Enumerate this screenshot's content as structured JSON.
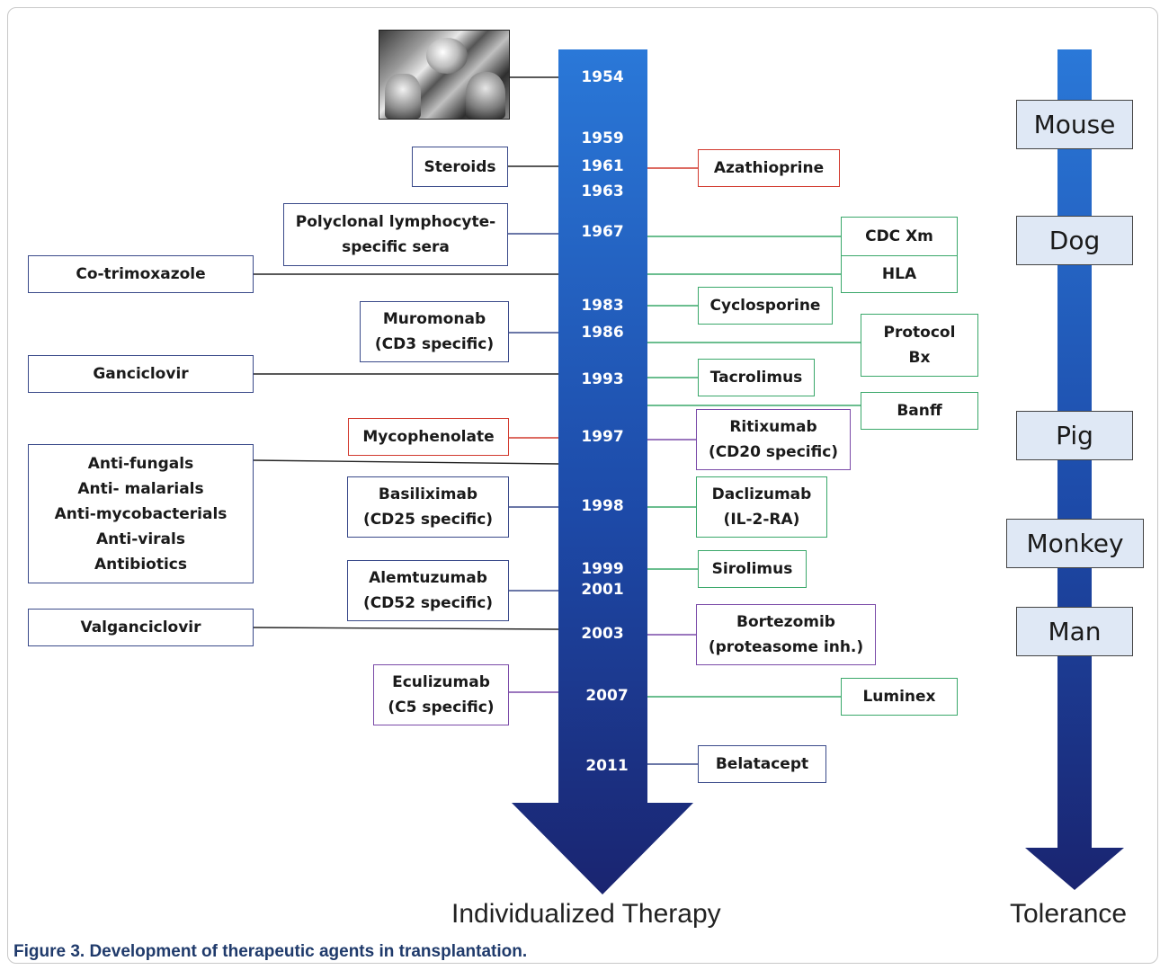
{
  "colors": {
    "agent_border": "#3a4a8a",
    "red_border": "#d23a2e",
    "green_border": "#3aa86a",
    "purple_border": "#7a4aa8",
    "arrow_top": "#2a78d8",
    "arrow_bottom": "#1a2470"
  },
  "timeline": {
    "years": [
      "1954",
      "1959",
      "1961",
      "1963",
      "1967",
      "1983",
      "1986",
      "1993",
      "1997",
      "1998",
      "1999",
      "2001",
      "2003",
      "2007",
      "2011"
    ],
    "label": "Individualized Therapy"
  },
  "left_boxes": [
    {
      "text": "Steroids",
      "color": "agent"
    },
    {
      "text": "Polyclonal lymphocyte-\nspecific sera",
      "color": "agent"
    },
    {
      "text": "Co-trimoxazole",
      "color": "agent"
    },
    {
      "text": "Muromonab\n(CD3 specific)",
      "color": "agent"
    },
    {
      "text": "Ganciclovir",
      "color": "agent"
    },
    {
      "text": "Mycophenolate",
      "color": "red"
    },
    {
      "text": "Anti-fungals\nAnti- malarials\nAnti-mycobacterials\nAnti-virals\nAntibiotics",
      "color": "agent"
    },
    {
      "text": "Basiliximab\n(CD25 specific)",
      "color": "agent"
    },
    {
      "text": "Alemtuzumab\n(CD52 specific)",
      "color": "agent"
    },
    {
      "text": "Valganciclovir",
      "color": "agent"
    },
    {
      "text": "Eculizumab\n(C5 specific)",
      "color": "purple"
    }
  ],
  "right_boxes": [
    {
      "text": "Azathioprine",
      "color": "red"
    },
    {
      "text": "CDC Xm",
      "color": "green"
    },
    {
      "text": "HLA",
      "color": "green"
    },
    {
      "text": "Cyclosporine",
      "color": "green"
    },
    {
      "text": "Protocol\nBx",
      "color": "green"
    },
    {
      "text": "Tacrolimus",
      "color": "green"
    },
    {
      "text": "Banff",
      "color": "green"
    },
    {
      "text": "Ritixumab\n(CD20 specific)",
      "color": "purple"
    },
    {
      "text": "Daclizumab\n(IL-2-RA)",
      "color": "green"
    },
    {
      "text": "Sirolimus",
      "color": "green"
    },
    {
      "text": "Bortezomib\n(proteasome inh.)",
      "color": "purple"
    },
    {
      "text": "Luminex",
      "color": "green"
    },
    {
      "text": "Belatacept",
      "color": "agent"
    }
  ],
  "species": {
    "items": [
      "Mouse",
      "Dog",
      "Pig",
      "Monkey",
      "Man"
    ],
    "label": "Tolerance"
  },
  "caption": "Figure 3. Development of therapeutic agents in transplantation."
}
